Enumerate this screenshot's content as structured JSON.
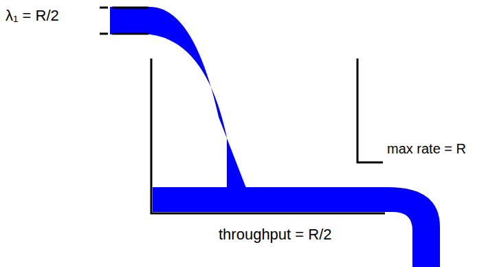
{
  "diagram": {
    "labels": [
      "λ₁ = R/2",
      "max rate = R",
      "throughput = R/2"
    ]
  }
}
